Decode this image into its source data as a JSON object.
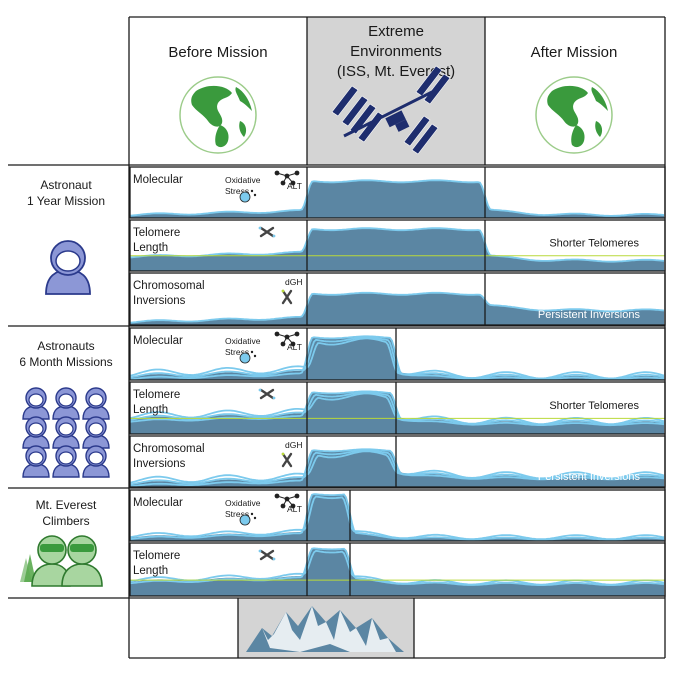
{
  "headers": {
    "before": "Before Mission",
    "extreme_line1": "Extreme",
    "extreme_line2": "Environments",
    "extreme_line3": "(ISS, Mt. Everest)",
    "after": "After Mission"
  },
  "groups": [
    {
      "line1": "Astronaut",
      "line2": "1 Year Mission"
    },
    {
      "line1": "Astronauts",
      "line2": "6 Month Missions"
    },
    {
      "line1": "Mt. Everest",
      "line2": "Climbers"
    }
  ],
  "labels": {
    "molecular": "Molecular",
    "telomere_1": "Telomere",
    "telomere_2": "Length",
    "chromo_1": "Chromosomal",
    "chromo_2": "Inversions",
    "oxidative_1": "Oxidative",
    "oxidative_2": "Stress",
    "alt": "ALT",
    "dgh": "dGH",
    "shorter_telomeres": "Shorter Telomeres",
    "persistent_inversions": "Persistent Inversions"
  },
  "colors": {
    "fill": "#5b86a3",
    "line": "#7ccaed",
    "baseline": "#b9d93a",
    "extreme_bg": "#d4d4d4",
    "earth_green": "#3a9a3d",
    "astronaut_blue": "#5b6fc1",
    "climber_green": "#5aaa4f"
  },
  "icons": [
    "earth-icon",
    "iss-icon",
    "astronaut-icon",
    "climber-icon",
    "mountain-icon",
    "molecule-icon",
    "oxidative-stress-icon",
    "chromosome-icon"
  ]
}
